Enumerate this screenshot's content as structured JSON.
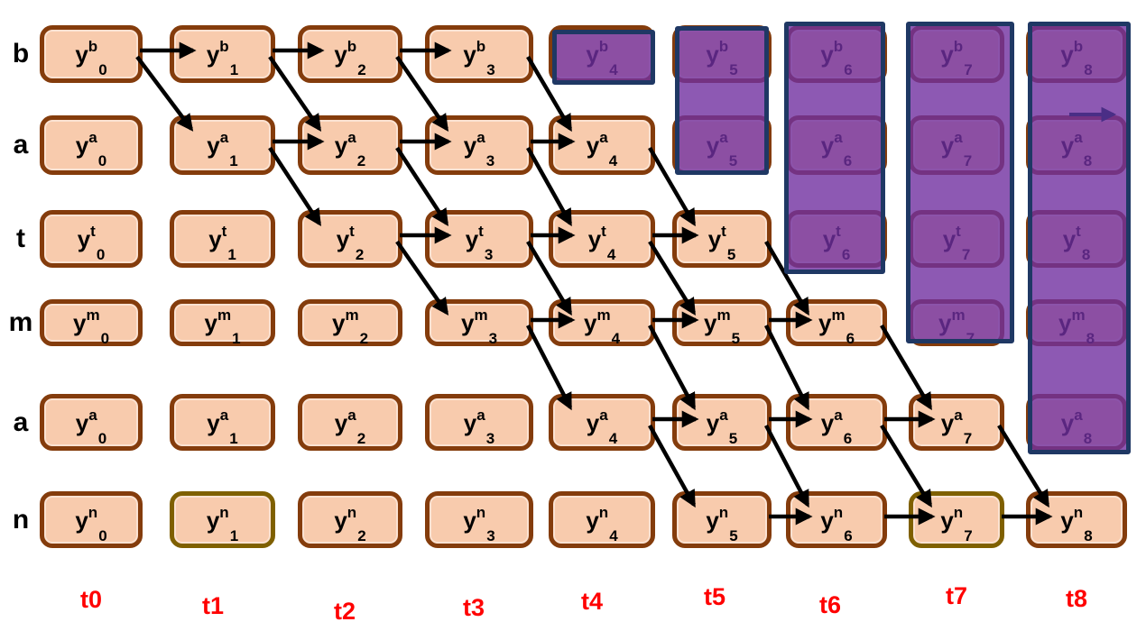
{
  "diagram": {
    "base_symbol": "y",
    "word_spelled": "batman",
    "row_labels": [
      "b",
      "a",
      "t",
      "m",
      "a",
      "n"
    ],
    "subscripts": [
      "0",
      "1",
      "2",
      "3",
      "4",
      "5",
      "6",
      "7",
      "8"
    ],
    "time_labels": [
      "t0",
      "t1",
      "t2",
      "t3",
      "t4",
      "t5",
      "t6",
      "t7",
      "t8"
    ]
  },
  "highlighted_cells": [
    {
      "row": 5,
      "col": 1
    },
    {
      "row": 5,
      "col": 7
    }
  ],
  "pruned_overlays": [
    {
      "col": 4,
      "rows_covered": 1
    },
    {
      "col": 5,
      "rows_covered": 2
    },
    {
      "col": 6,
      "rows_covered": 3
    },
    {
      "col": 7,
      "rows_covered": 4
    },
    {
      "col": 8,
      "rows_covered": 5
    }
  ],
  "arrows": {
    "horizontal": [
      {
        "row": 0,
        "from": 0,
        "to": 1
      },
      {
        "row": 0,
        "from": 1,
        "to": 2
      },
      {
        "row": 0,
        "from": 2,
        "to": 3
      },
      {
        "row": 1,
        "from": 1,
        "to": 2
      },
      {
        "row": 1,
        "from": 2,
        "to": 3
      },
      {
        "row": 1,
        "from": 3,
        "to": 4
      },
      {
        "row": 2,
        "from": 2,
        "to": 3
      },
      {
        "row": 2,
        "from": 3,
        "to": 4
      },
      {
        "row": 2,
        "from": 4,
        "to": 5
      },
      {
        "row": 3,
        "from": 3,
        "to": 4
      },
      {
        "row": 3,
        "from": 4,
        "to": 5
      },
      {
        "row": 3,
        "from": 5,
        "to": 6
      },
      {
        "row": 4,
        "from": 4,
        "to": 5
      },
      {
        "row": 4,
        "from": 5,
        "to": 6
      },
      {
        "row": 4,
        "from": 6,
        "to": 7
      },
      {
        "row": 5,
        "from": 5,
        "to": 6
      },
      {
        "row": 5,
        "from": 6,
        "to": 7
      },
      {
        "row": 5,
        "from": 7,
        "to": 8
      }
    ],
    "diagonal": [
      {
        "fromRow": 0,
        "fromCol": 0
      },
      {
        "fromRow": 0,
        "fromCol": 1
      },
      {
        "fromRow": 0,
        "fromCol": 2
      },
      {
        "fromRow": 0,
        "fromCol": 3
      },
      {
        "fromRow": 1,
        "fromCol": 1
      },
      {
        "fromRow": 1,
        "fromCol": 2
      },
      {
        "fromRow": 1,
        "fromCol": 3
      },
      {
        "fromRow": 1,
        "fromCol": 4
      },
      {
        "fromRow": 2,
        "fromCol": 2
      },
      {
        "fromRow": 2,
        "fromCol": 3
      },
      {
        "fromRow": 2,
        "fromCol": 4
      },
      {
        "fromRow": 2,
        "fromCol": 5
      },
      {
        "fromRow": 3,
        "fromCol": 3
      },
      {
        "fromRow": 3,
        "fromCol": 4
      },
      {
        "fromRow": 3,
        "fromCol": 5
      },
      {
        "fromRow": 3,
        "fromCol": 6
      },
      {
        "fromRow": 4,
        "fromCol": 4
      },
      {
        "fromRow": 4,
        "fromCol": 5
      },
      {
        "fromRow": 4,
        "fromCol": 6
      },
      {
        "fromRow": 4,
        "fromCol": 7
      }
    ],
    "covered_horizontal": [
      {
        "row": 1,
        "from": 7,
        "to": 8
      }
    ]
  },
  "colors": {
    "background": "#FFFFFF",
    "box_fill": "#F8CBAD",
    "box_border": "#843C0C",
    "highlight_border": "#7F6000",
    "overlay_fill": "#7030A0",
    "overlay_border": "#1F3864",
    "arrow": "#000000",
    "covered_arrow": "#4A2E86",
    "time_label": "#FF0000",
    "row_label": "#000000",
    "box_text": "#000000"
  }
}
